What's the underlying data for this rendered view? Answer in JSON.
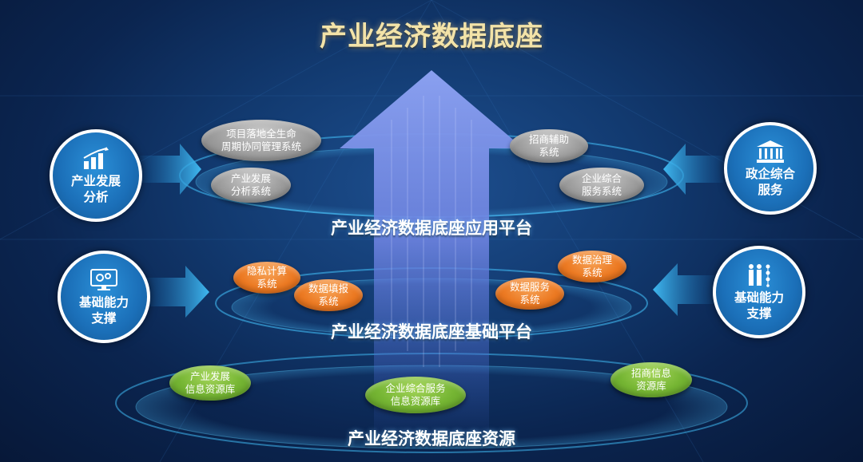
{
  "title": "产业经济数据底座",
  "platforms": {
    "application": "产业经济数据底座应用平台",
    "basic": "产业经济数据底座基础平台",
    "resource": "产业经济数据底座资源"
  },
  "app_bubbles": {
    "project_lifecycle": "项目落地全生命\n周期协同管理系统",
    "industry_analysis": "产业发展\n分析系统",
    "invest_assist": "招商辅助\n系统",
    "enterprise_service": "企业综合\n服务系统"
  },
  "basic_bubbles": {
    "privacy": "隐私计算\n系统",
    "data_fill": "数据填报\n系统",
    "data_service": "数据服务\n系统",
    "data_governance": "数据治理\n系统"
  },
  "resource_bubbles": {
    "industry_db": "产业发展\n信息资源库",
    "enterprise_db": "企业综合服务\n信息资源库",
    "invest_db": "招商信息\n资源库"
  },
  "side_circles": {
    "industry_analysis": {
      "label": "产业发展\n分析",
      "icon": "bar-chart-icon"
    },
    "gov_service": {
      "label": "政企综合\n服务",
      "icon": "government-building-icon"
    },
    "basic_support_left": {
      "label": "基础能力\n支撑",
      "icon": "gear-monitor-icon"
    },
    "basic_support_right": {
      "label": "基础能力\n支撑",
      "icon": "people-network-icon"
    }
  },
  "colors": {
    "background": "#0b2550",
    "title": "#f3e3a8",
    "circle": "#1b6fb8",
    "bubble_gray": "#9a9a9a",
    "bubble_orange": "#ec7a23",
    "bubble_green": "#75b533",
    "arrow": "#7a8fe6"
  }
}
